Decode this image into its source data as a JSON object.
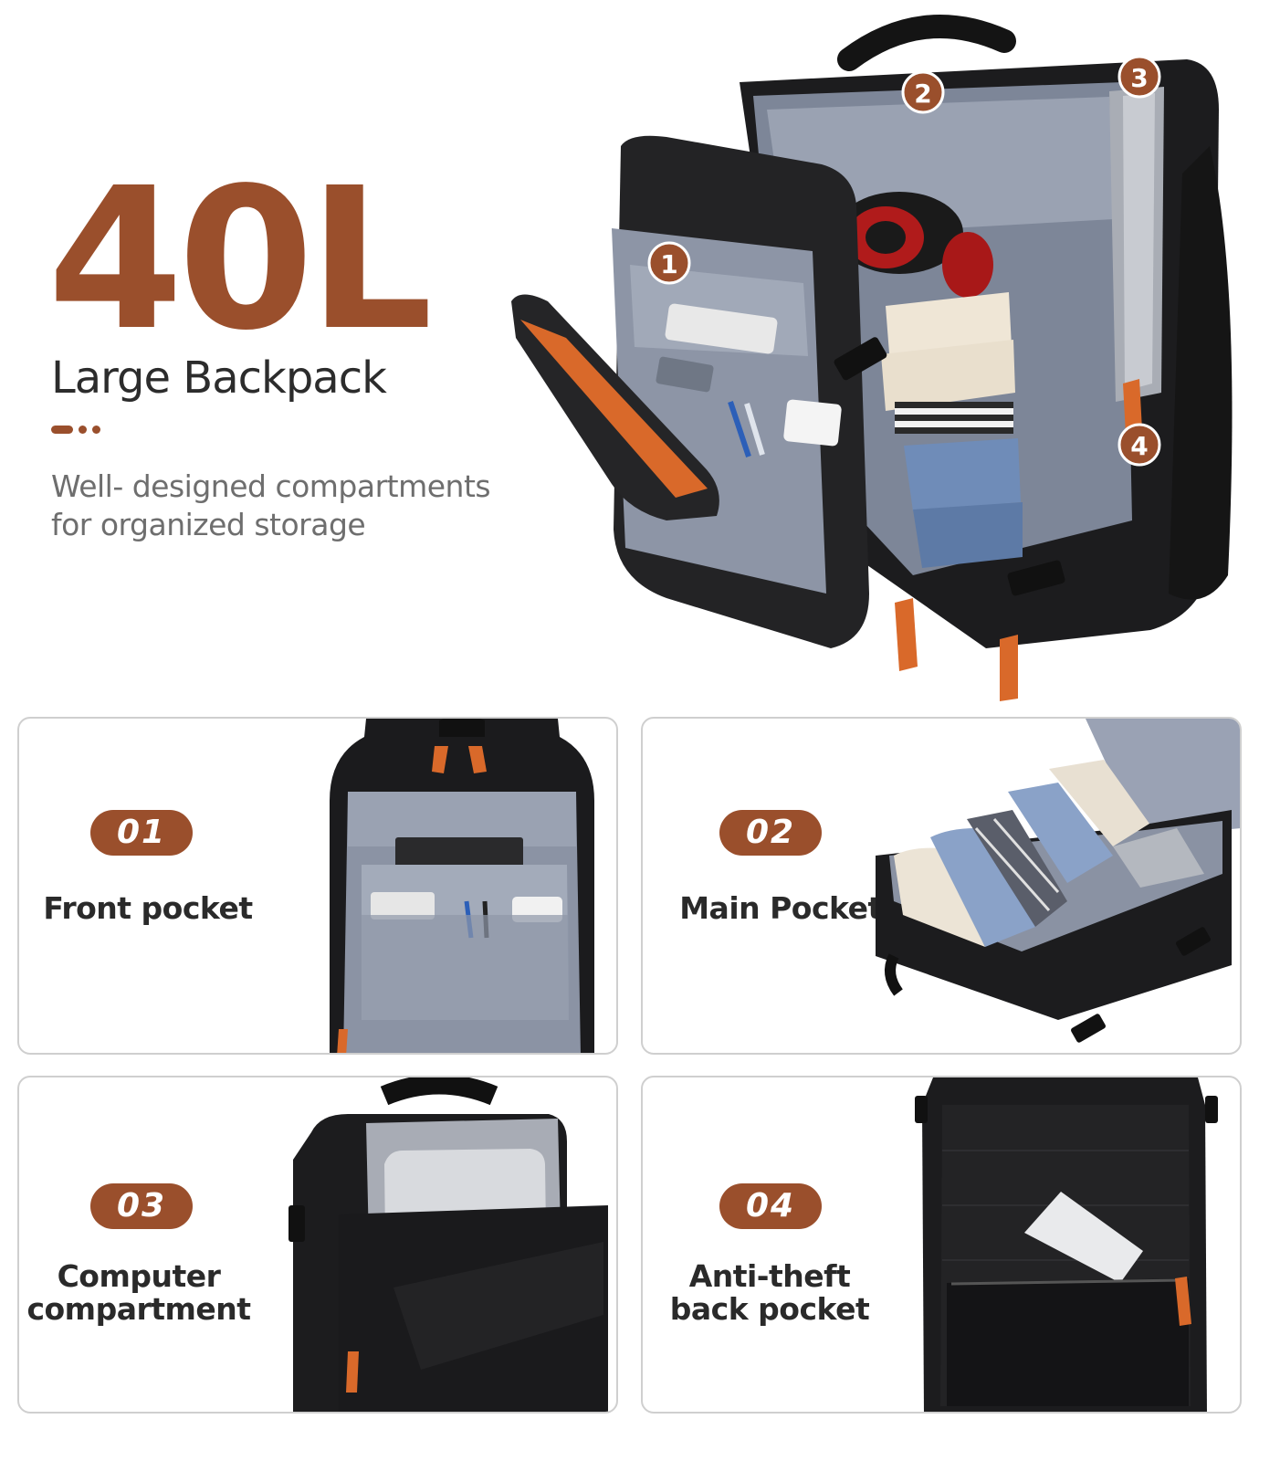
{
  "hero": {
    "title": "40L",
    "subtitle": "Large Backpack",
    "description_lines": [
      "Well- designed compartments",
      "for organized storage"
    ],
    "markers": [
      "1",
      "2",
      "3",
      "4"
    ]
  },
  "features": [
    {
      "number": "01",
      "label_lines": [
        "Front pocket"
      ]
    },
    {
      "number": "02",
      "label_lines": [
        "Main Pocket"
      ]
    },
    {
      "number": "03",
      "label_lines": [
        "Computer",
        "compartment"
      ]
    },
    {
      "number": "04",
      "label_lines": [
        "Anti-theft",
        "back pocket"
      ]
    }
  ],
  "colors": {
    "accent": "#9a4f2c",
    "zipper_orange": "#d9692a",
    "bag_black": "#1c1c1e",
    "lining_gray": "#8e96a6",
    "card_border": "#cfcfcf"
  },
  "icons": [
    "number-badge-icon",
    "backpack-illustration"
  ]
}
